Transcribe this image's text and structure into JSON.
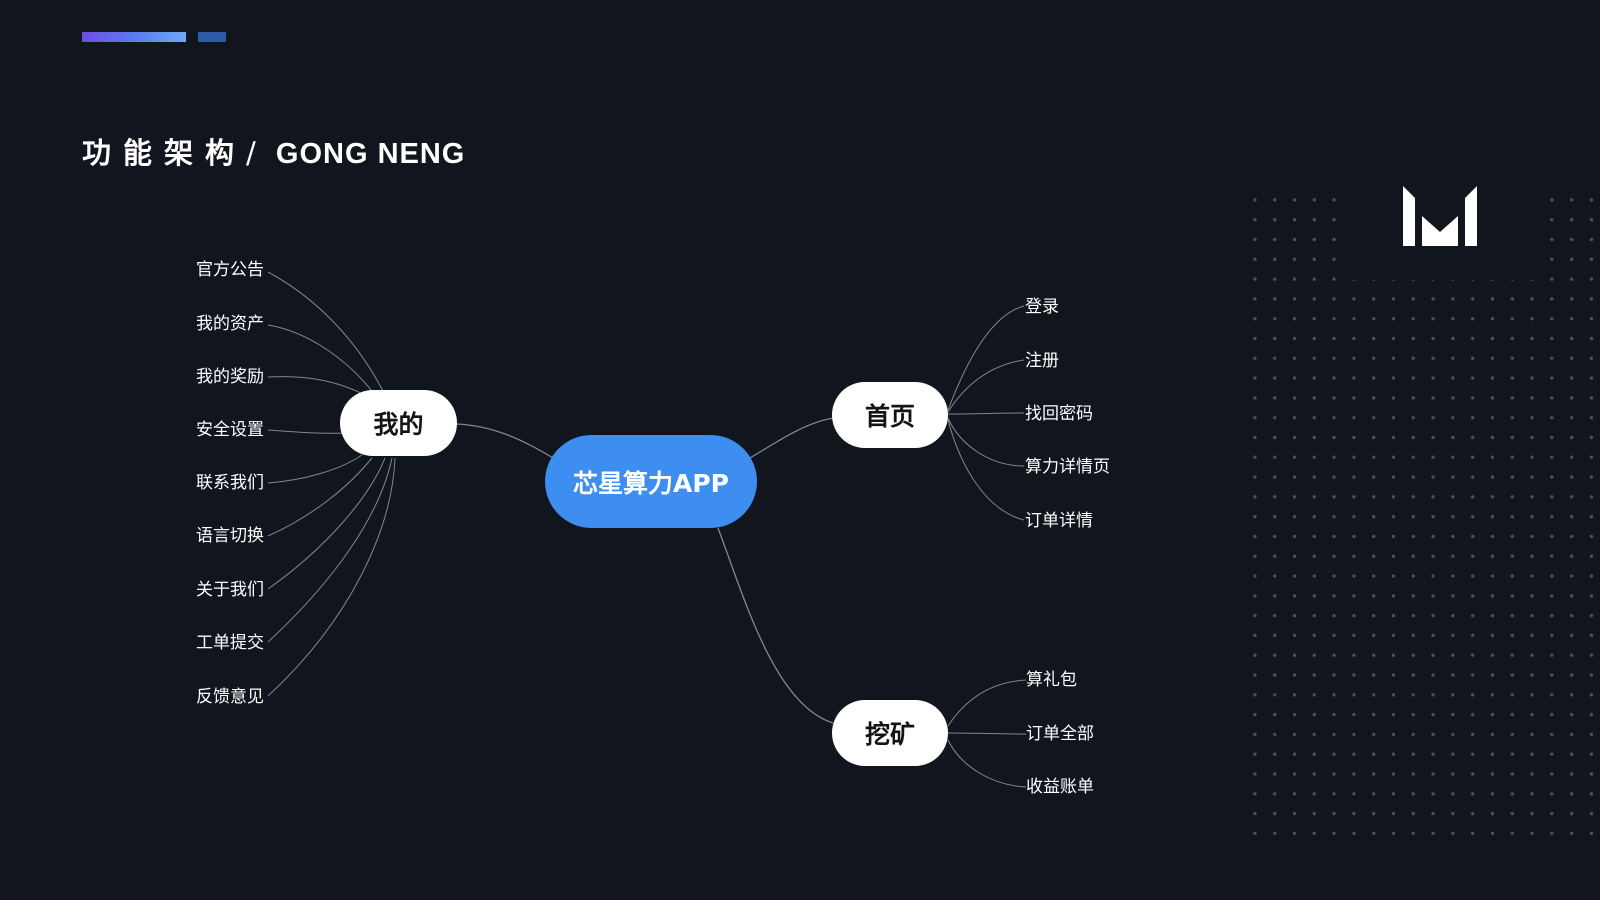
{
  "title": {
    "zh": "功能架构",
    "sep": "/",
    "en": "GONG NENG"
  },
  "colors": {
    "background": "#11151d",
    "root_fill": "#3d8ef0",
    "branch_fill": "#ffffff",
    "line": "#7f8796",
    "accent_gradient": [
      "#6d4de6",
      "#6fa9f4"
    ],
    "accent_secondary": "#2d5aa6",
    "dot": "#4a5061"
  },
  "icons": {
    "logo": "m-logo-icon",
    "dots": "dot-grid-pattern"
  },
  "mindmap": {
    "root": "芯星算力APP",
    "branches": {
      "mine": {
        "label": "我的",
        "children": [
          "官方公告",
          "我的资产",
          "我的奖励",
          "安全设置",
          "联系我们",
          "语言切换",
          "关于我们",
          "工单提交",
          "反馈意见"
        ]
      },
      "home": {
        "label": "首页",
        "children": [
          "登录",
          "注册",
          "找回密码",
          "算力详情页",
          "订单详情"
        ]
      },
      "mining": {
        "label": "挖矿",
        "children": [
          "算礼包",
          "订单全部",
          "收益账单"
        ]
      }
    }
  }
}
